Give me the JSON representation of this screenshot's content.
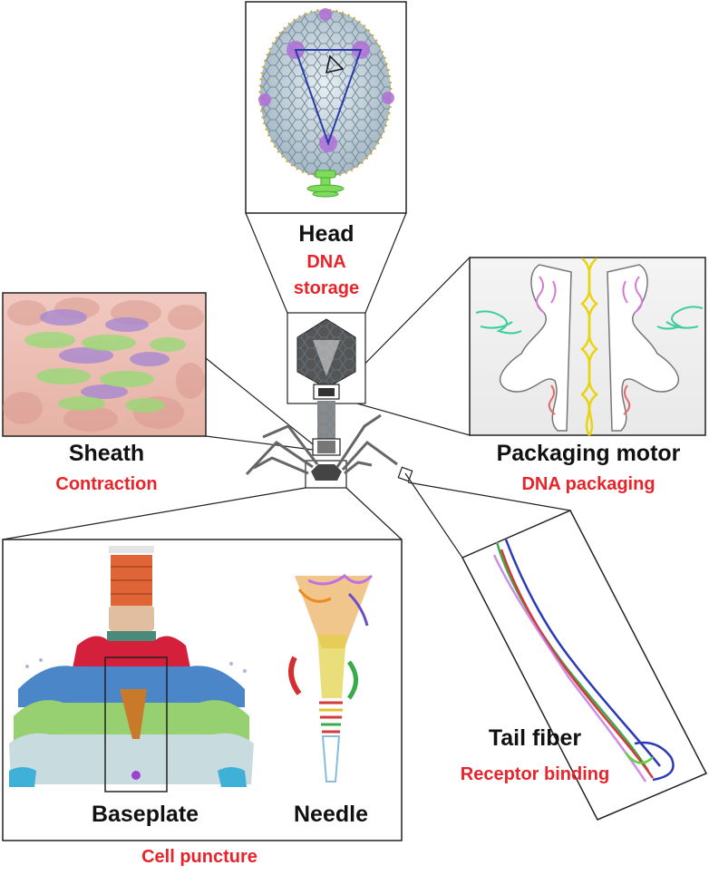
{
  "colors": {
    "function_text": "#e8242a",
    "part_text": "#111111",
    "box_stroke": "#222222"
  },
  "parts": {
    "head": {
      "name": "Head",
      "function_line1": "DNA",
      "function_line2": "storage"
    },
    "sheath": {
      "name": "Sheath",
      "function": "Contraction"
    },
    "packaging_motor": {
      "name": "Packaging motor",
      "function": "DNA packaging"
    },
    "baseplate": {
      "name": "Baseplate"
    },
    "needle": {
      "name": "Needle"
    },
    "cell_puncture": {
      "function": "Cell puncture"
    },
    "tail_fiber": {
      "name": "Tail fiber",
      "function": "Receptor binding"
    }
  }
}
